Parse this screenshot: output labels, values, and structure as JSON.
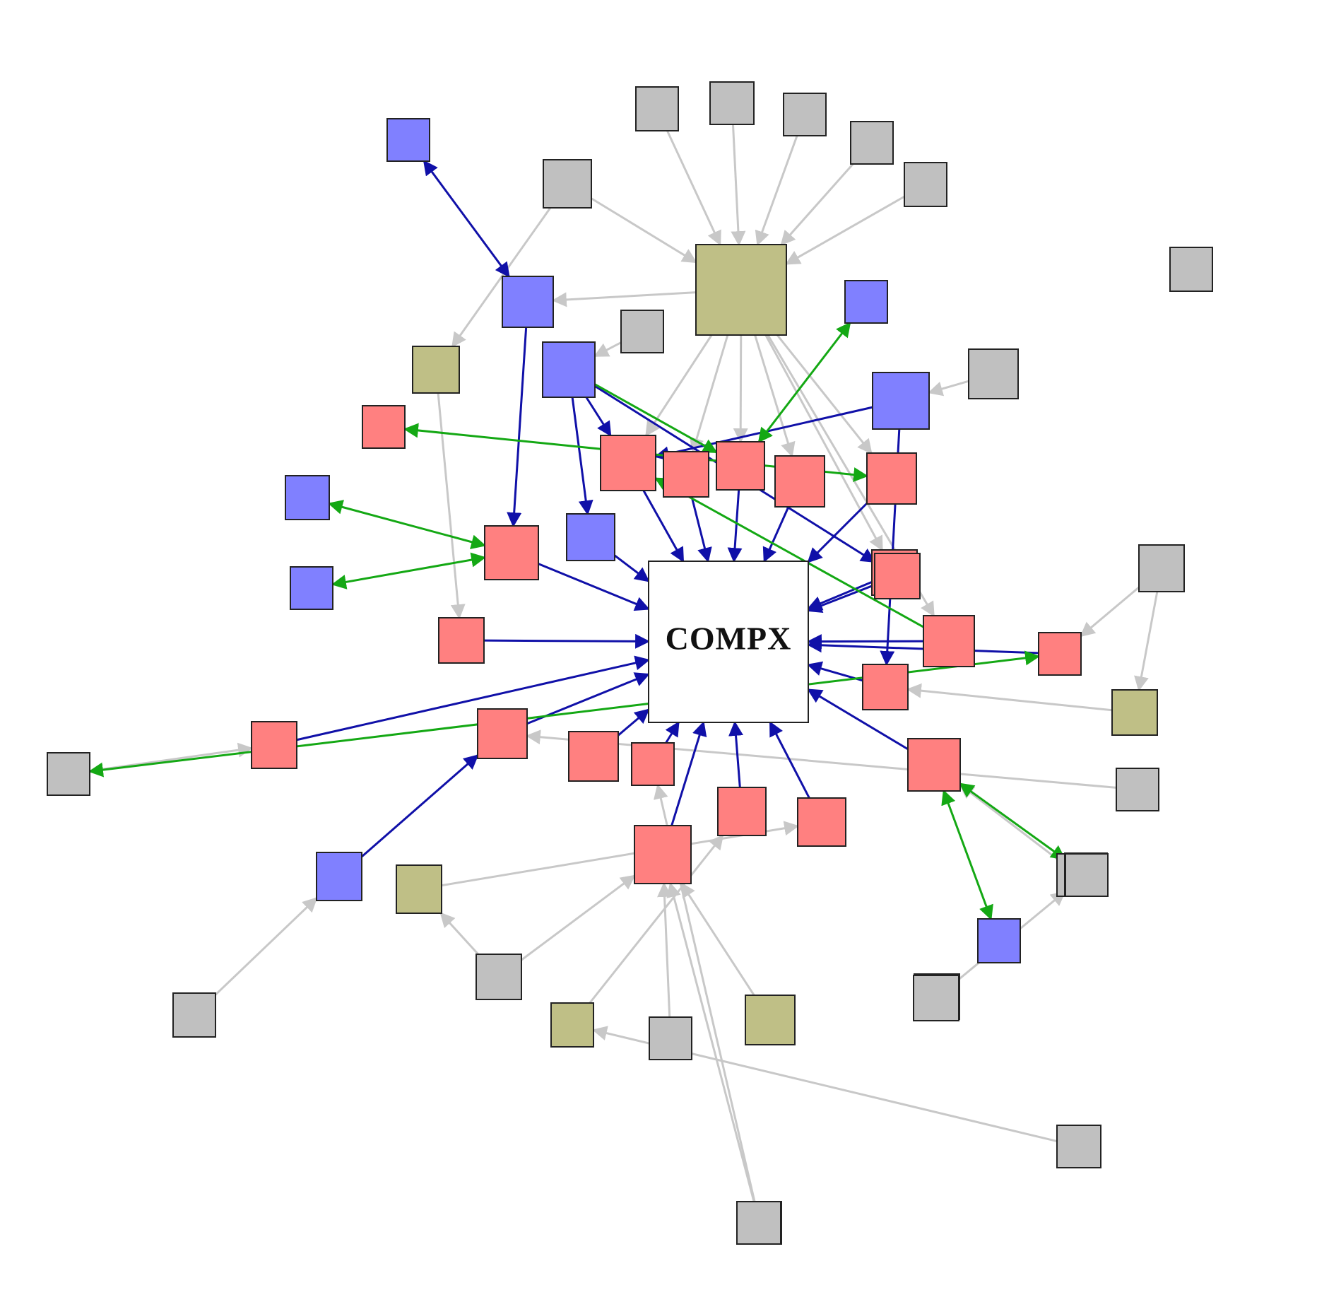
{
  "diagram": {
    "center": {
      "id": "C",
      "label": "COMPX"
    },
    "colors": {
      "red": "#ff8080",
      "blue": "#8080ff",
      "olive": "#bfbf86",
      "gray": "#c0c0c0",
      "edge_blue": "#1010a8",
      "edge_green": "#14a814",
      "edge_gray": "#c8c8c8"
    },
    "node_kinds": [
      "gray",
      "gray",
      "gray",
      "gray",
      "gray",
      "gray",
      "olive",
      "gray",
      "blue",
      "gray",
      "blue",
      "blue",
      "gray",
      "olive",
      "blue",
      "red",
      "blue",
      "red",
      "red",
      "red",
      "red",
      "red",
      "blue",
      "red",
      "red",
      "blue",
      "red",
      "red",
      "gray",
      "red",
      "blue",
      "red",
      "olive",
      "gray",
      "red",
      "gray",
      "gray",
      "red",
      "red",
      "red",
      "red",
      "red",
      "red",
      "gray",
      "blue",
      "olive",
      "red",
      "blue",
      "olive",
      "blue",
      "gray",
      "gray",
      "olive",
      "gray",
      "olive",
      "olive",
      "gray",
      "gray",
      "gray",
      "red"
    ],
    "edges": [
      {
        "from": 0,
        "to": 6,
        "style": "gray"
      },
      {
        "from": 1,
        "to": 6,
        "style": "gray"
      },
      {
        "from": 2,
        "to": 6,
        "style": "gray"
      },
      {
        "from": 3,
        "to": 6,
        "style": "gray"
      },
      {
        "from": 4,
        "to": 6,
        "style": "gray"
      },
      {
        "from": 5,
        "to": 6,
        "style": "gray"
      },
      {
        "from": 5,
        "to": 13,
        "style": "gray"
      },
      {
        "from": 6,
        "to": 10,
        "style": "gray"
      },
      {
        "from": 6,
        "to": 17,
        "style": "gray"
      },
      {
        "from": 6,
        "to": 20,
        "style": "gray"
      },
      {
        "from": 6,
        "to": 21,
        "style": "gray"
      },
      {
        "from": 6,
        "to": 18,
        "style": "gray"
      },
      {
        "from": 6,
        "to": 19,
        "style": "gray"
      },
      {
        "from": 6,
        "to": 23,
        "style": "gray"
      },
      {
        "from": 6,
        "to": 24,
        "style": "gray"
      },
      {
        "from": 9,
        "to": 11,
        "style": "gray"
      },
      {
        "from": 12,
        "to": 16,
        "style": "gray"
      },
      {
        "from": 13,
        "to": 27,
        "style": "gray"
      },
      {
        "from": 28,
        "to": 31,
        "style": "gray"
      },
      {
        "from": 28,
        "to": 32,
        "style": "gray"
      },
      {
        "from": 32,
        "to": 29,
        "style": "gray"
      },
      {
        "from": 35,
        "to": 37,
        "style": "gray"
      },
      {
        "from": 33,
        "to": 34,
        "style": "gray"
      },
      {
        "from": 36,
        "to": 39,
        "style": "gray"
      },
      {
        "from": 43,
        "to": 44,
        "style": "gray"
      },
      {
        "from": 45,
        "to": 41,
        "style": "gray"
      },
      {
        "from": 50,
        "to": 45,
        "style": "gray"
      },
      {
        "from": 50,
        "to": 46,
        "style": "gray"
      },
      {
        "from": 54,
        "to": 46,
        "style": "gray"
      },
      {
        "from": 51,
        "to": 46,
        "style": "gray"
      },
      {
        "from": 55,
        "to": 46,
        "style": "gray"
      },
      {
        "from": 55,
        "to": 40,
        "style": "gray"
      },
      {
        "from": 52,
        "to": 42,
        "style": "gray"
      },
      {
        "from": 53,
        "to": 52,
        "style": "gray"
      },
      {
        "from": 56,
        "to": 55,
        "style": "gray"
      },
      {
        "from": 57,
        "to": 49,
        "style": "gray"
      },
      {
        "from": 8,
        "to": 10,
        "style": "blue-both"
      },
      {
        "from": 10,
        "to": 26,
        "style": "blue"
      },
      {
        "from": 11,
        "to": 17,
        "style": "blue"
      },
      {
        "from": 11,
        "to": 25,
        "style": "blue"
      },
      {
        "from": 11,
        "to": 59,
        "style": "blue"
      },
      {
        "from": 16,
        "to": 17,
        "style": "blue"
      },
      {
        "from": 16,
        "to": 29,
        "style": "blue"
      },
      {
        "from": 17,
        "to": "C",
        "style": "blue"
      },
      {
        "from": 18,
        "to": "C",
        "style": "blue"
      },
      {
        "from": 19,
        "to": "C",
        "style": "blue"
      },
      {
        "from": 20,
        "to": "C",
        "style": "blue"
      },
      {
        "from": 21,
        "to": "C",
        "style": "blue"
      },
      {
        "from": 23,
        "to": "C",
        "style": "blue"
      },
      {
        "from": 24,
        "to": "C",
        "style": "blue"
      },
      {
        "from": 25,
        "to": "C",
        "style": "blue"
      },
      {
        "from": 26,
        "to": "C",
        "style": "blue"
      },
      {
        "from": 27,
        "to": "C",
        "style": "blue"
      },
      {
        "from": 29,
        "to": "C",
        "style": "blue"
      },
      {
        "from": 31,
        "to": "C",
        "style": "blue"
      },
      {
        "from": 34,
        "to": "C",
        "style": "blue"
      },
      {
        "from": 37,
        "to": "C",
        "style": "blue"
      },
      {
        "from": 38,
        "to": "C",
        "style": "blue"
      },
      {
        "from": 39,
        "to": "C",
        "style": "blue"
      },
      {
        "from": 40,
        "to": "C",
        "style": "blue"
      },
      {
        "from": 41,
        "to": "C",
        "style": "blue"
      },
      {
        "from": 42,
        "to": "C",
        "style": "blue"
      },
      {
        "from": 46,
        "to": "C",
        "style": "blue"
      },
      {
        "from": 59,
        "to": "C",
        "style": "blue"
      },
      {
        "from": 44,
        "to": 37,
        "style": "blue"
      },
      {
        "from": 11,
        "to": 19,
        "style": "green"
      },
      {
        "from": 14,
        "to": 19,
        "style": "green-both"
      },
      {
        "from": 22,
        "to": 26,
        "style": "green-both"
      },
      {
        "from": 30,
        "to": 26,
        "style": "green-both"
      },
      {
        "from": 15,
        "to": 21,
        "style": "green-both"
      },
      {
        "from": 24,
        "to": 17,
        "style": "green"
      },
      {
        "from": 31,
        "to": 33,
        "style": "green-both"
      },
      {
        "from": 39,
        "to": 47,
        "style": "green-both"
      },
      {
        "from": 39,
        "to": 49,
        "style": "green-both"
      }
    ]
  }
}
